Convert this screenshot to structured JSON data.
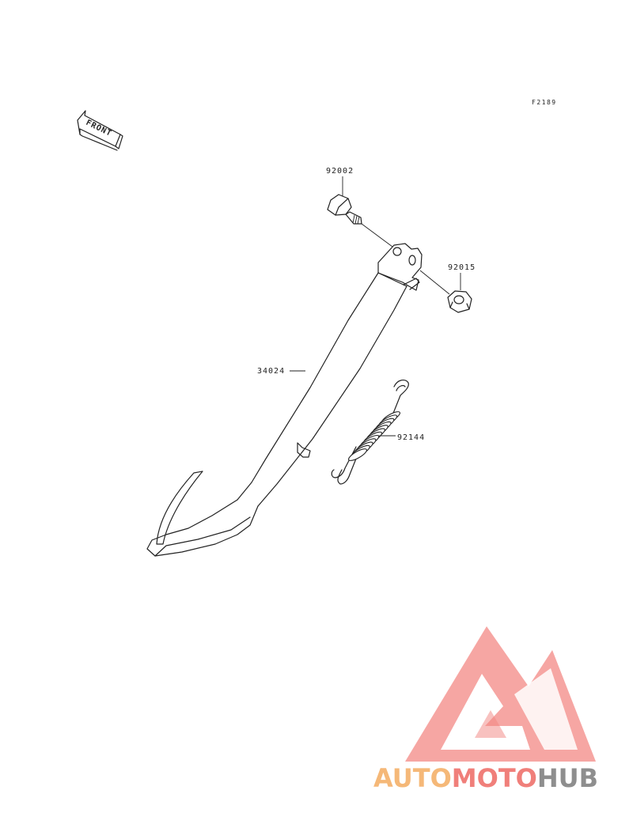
{
  "figure_code": "F2189",
  "front_label": "FRONT",
  "parts": [
    {
      "number": "92002",
      "name": "bolt"
    },
    {
      "number": "92015",
      "name": "nut"
    },
    {
      "number": "34024",
      "name": "side-stand"
    },
    {
      "number": "92144",
      "name": "spring"
    }
  ],
  "watermark": {
    "part1": "AUTO",
    "part2": "MOTO",
    "part3": "HUB",
    "colors": {
      "auto": "#f5b878",
      "moto": "#f07f7a",
      "hub": "#8e8e8e",
      "logo": "#f2837f"
    }
  }
}
